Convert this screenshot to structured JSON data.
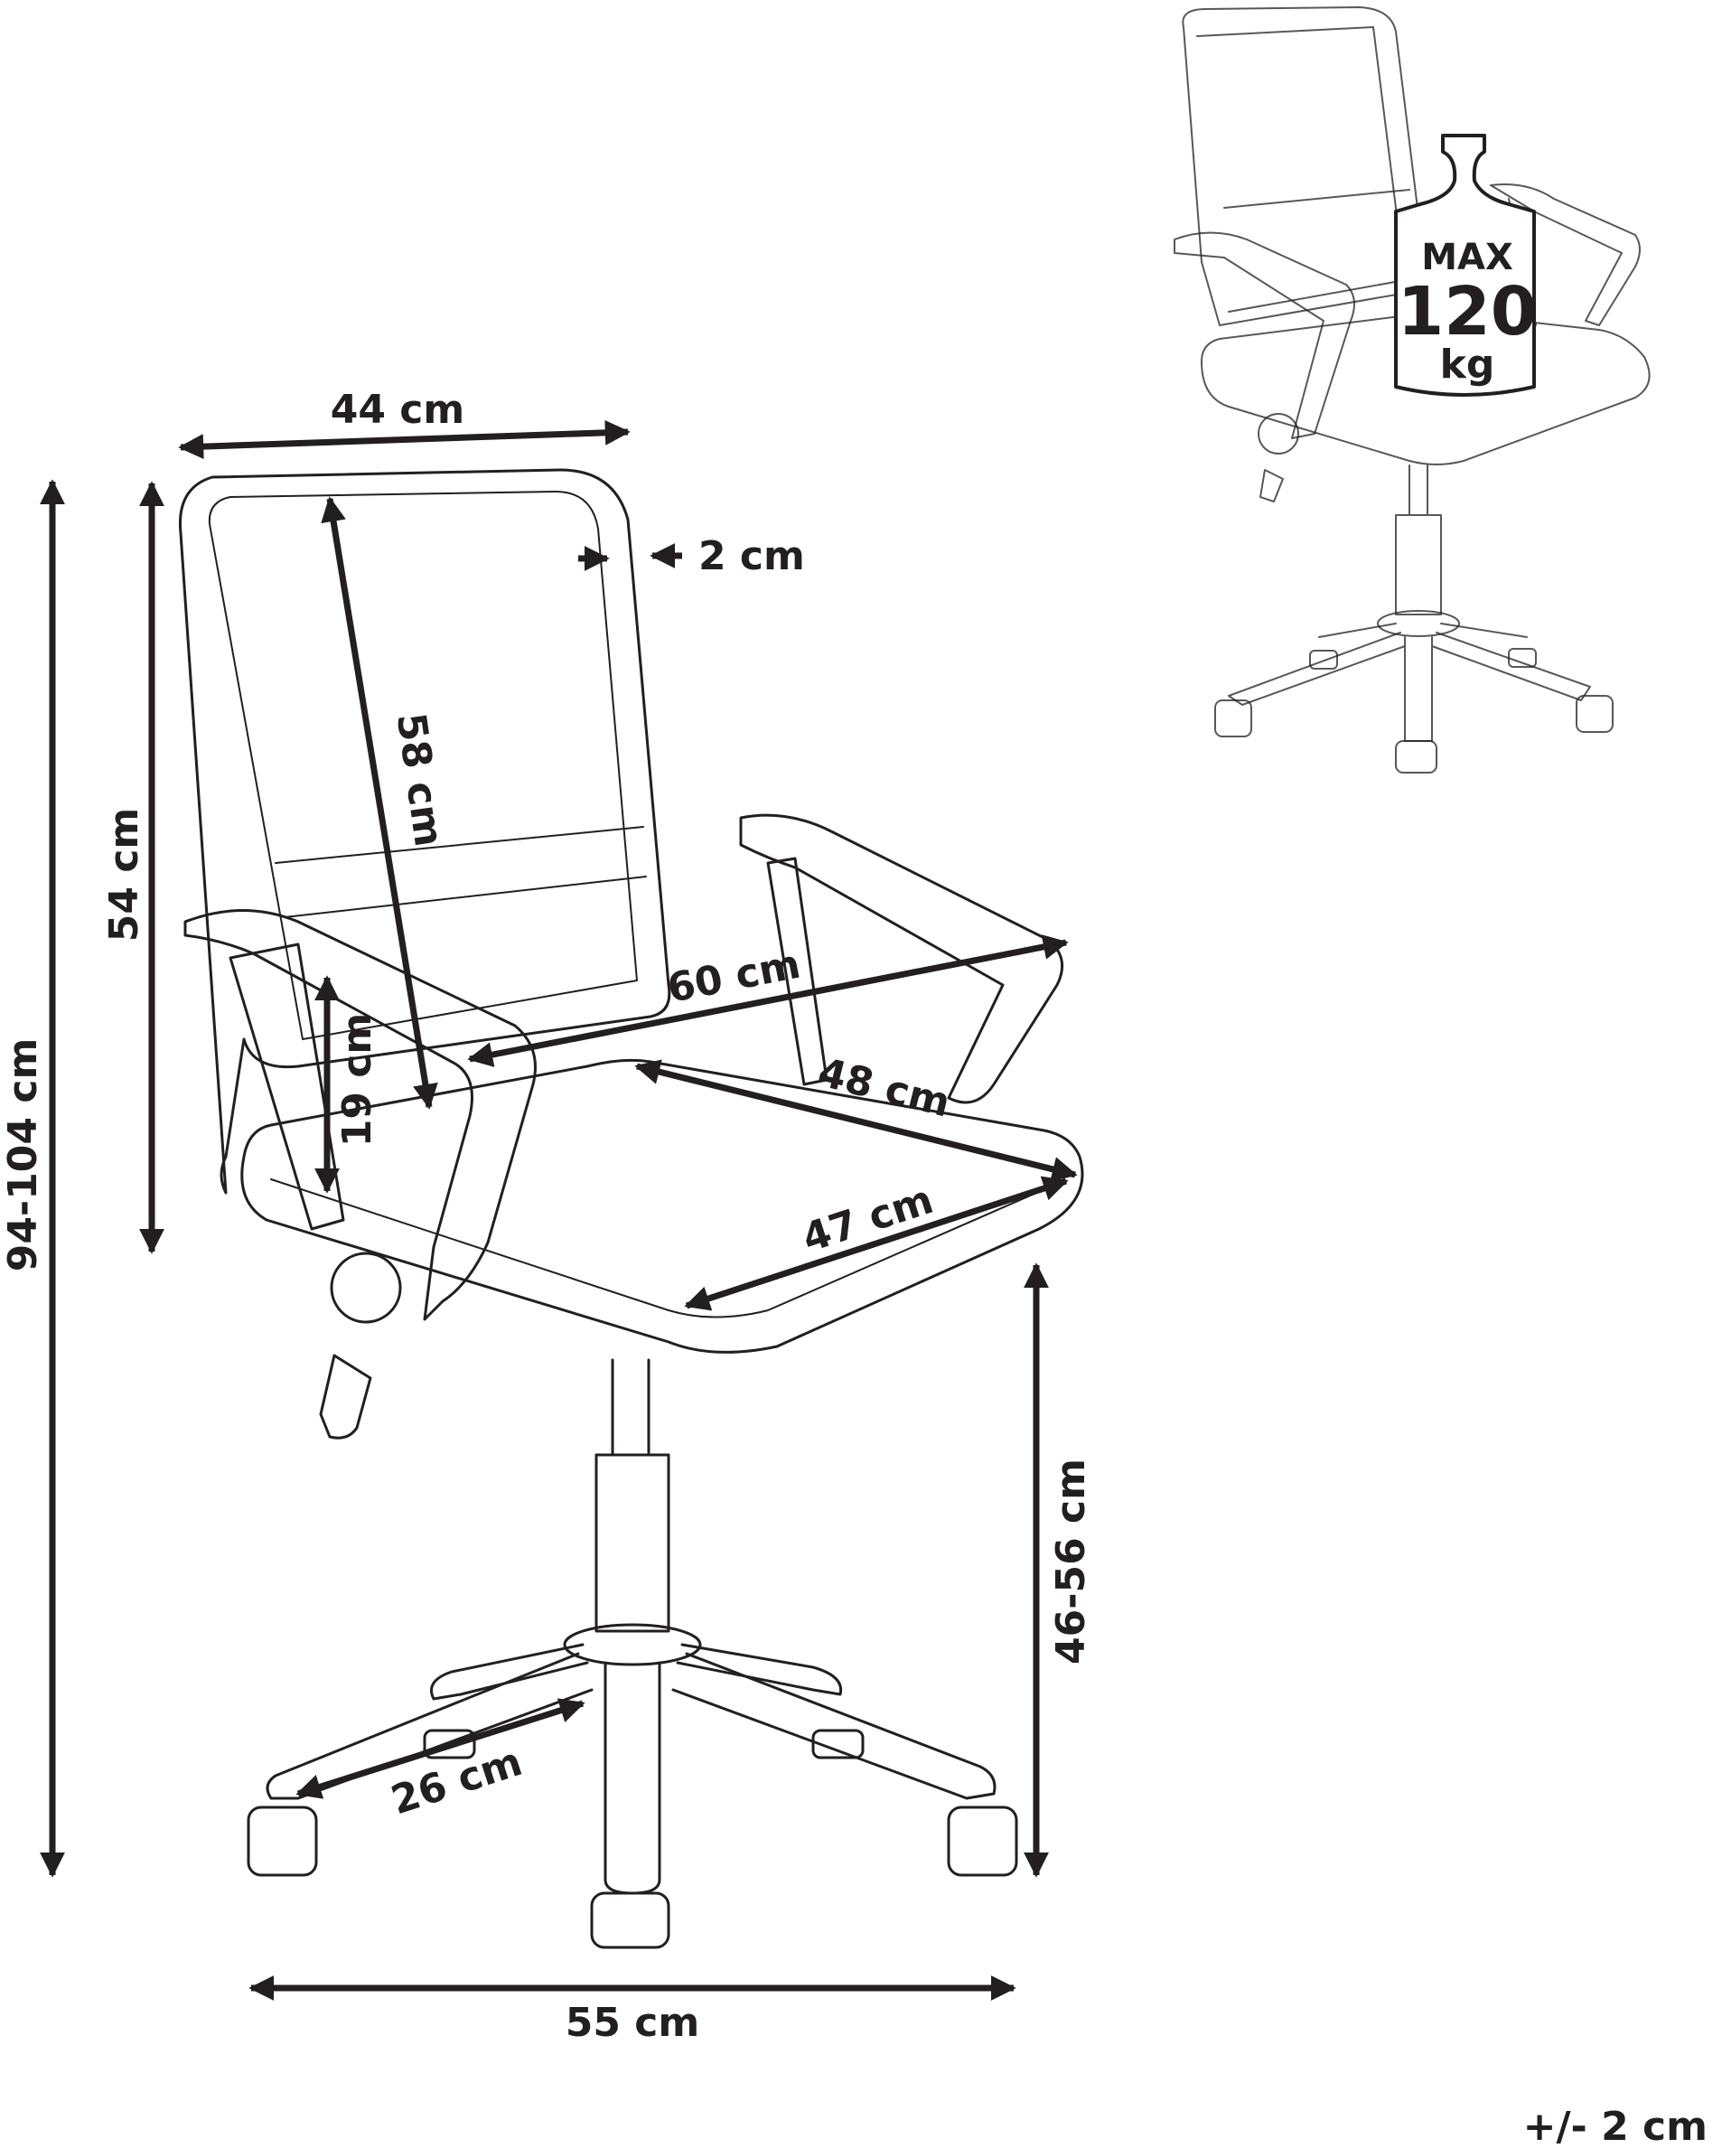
{
  "dimensions": {
    "backrest_width": "44 cm",
    "frame_thickness": "2 cm",
    "backrest_height": "58 cm",
    "back_height": "54 cm",
    "total_height": "94-104 cm",
    "armrest_height": "19 cm",
    "overall_width": "60 cm",
    "seat_depth": "48 cm",
    "seat_width": "47 cm",
    "seat_height": "46-56 cm",
    "leg_length": "26 cm",
    "base_width": "55 cm"
  },
  "weight_badge": {
    "line1": "MAX",
    "line2": "120",
    "line3": "kg"
  },
  "tolerance": "+/- 2 cm"
}
